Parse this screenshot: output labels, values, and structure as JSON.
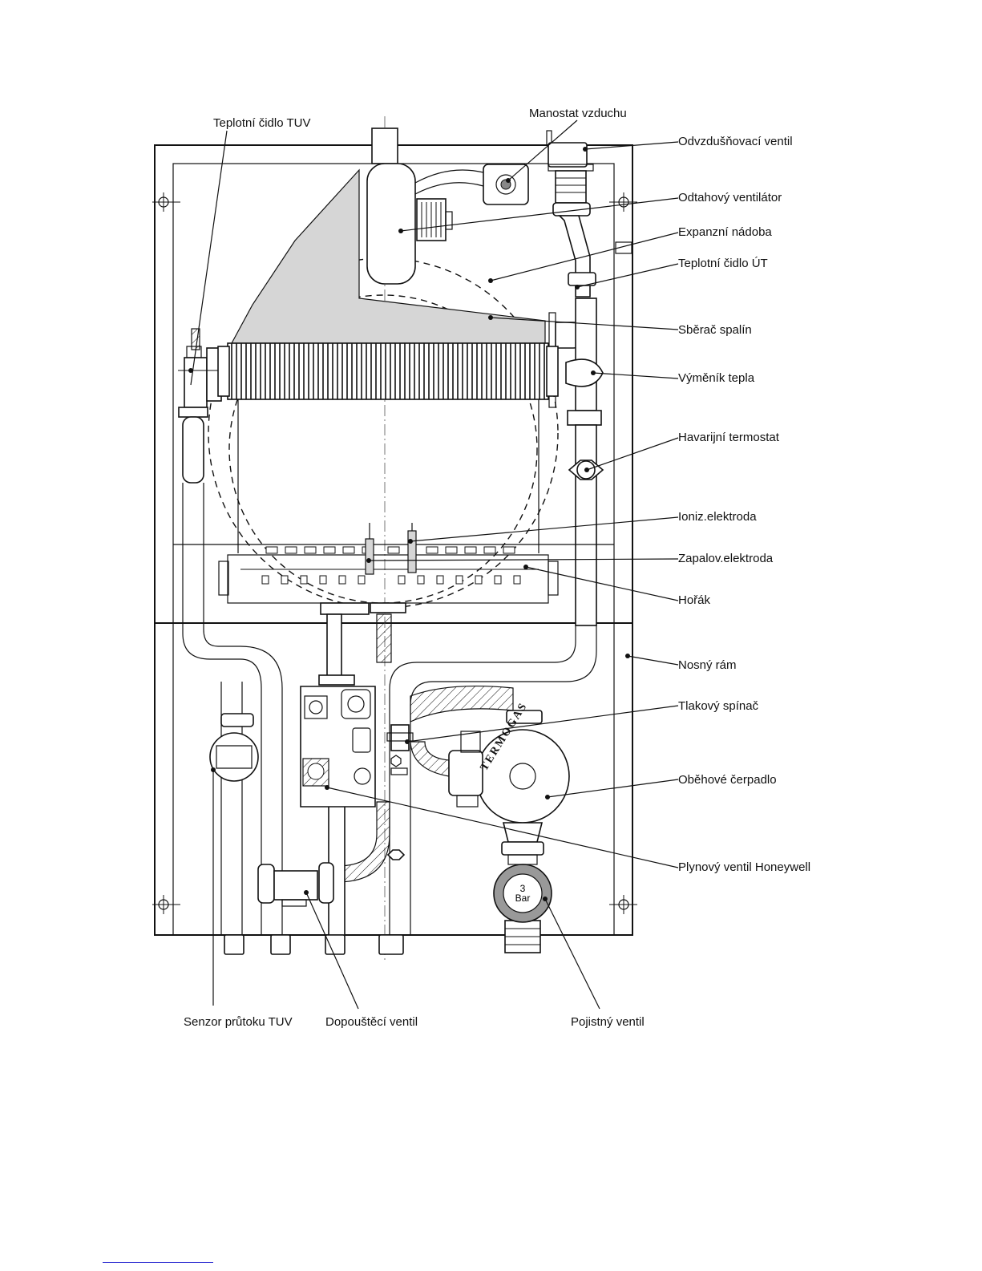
{
  "labels": {
    "teplotni_cidlo_tuv": "Teplotní čidlo TUV",
    "manostat_vzduchu": "Manostat vzduchu",
    "odvzdusnovaci_ventil": "Odvzdušňovací ventil",
    "odtahovy_ventilator": "Odtahový ventilátor",
    "expanzni_nadoba": "Expanzní nádoba",
    "teplotni_cidlo_ut": "Teplotní čidlo ÚT",
    "sberac_spalin": "Sběrač spalín",
    "vymenik_tepla": "Výměník tepla",
    "havarijni_termostat": "Havarijní termostat",
    "ioniz_elektroda": "Ioniz.elektroda",
    "zapalov_elektroda": "Zapalov.elektroda",
    "horak": "Hořák",
    "nosny_ram": "Nosný rám",
    "tlakovy_spinac": "Tlakový spínač",
    "obehove_cerpadlo": "Oběhové čerpadlo",
    "plynovy_ventil": "Plynový ventil Honeywell",
    "senzor_prutoku": "Senzor průtoku TUV",
    "dopousteci_ventil": "Dopouštěcí ventil",
    "pojistny_ventil": "Pojistný ventil"
  },
  "pump_brand": "TERMOGAS",
  "safety_valve": {
    "value": "3",
    "unit": "Bar"
  }
}
